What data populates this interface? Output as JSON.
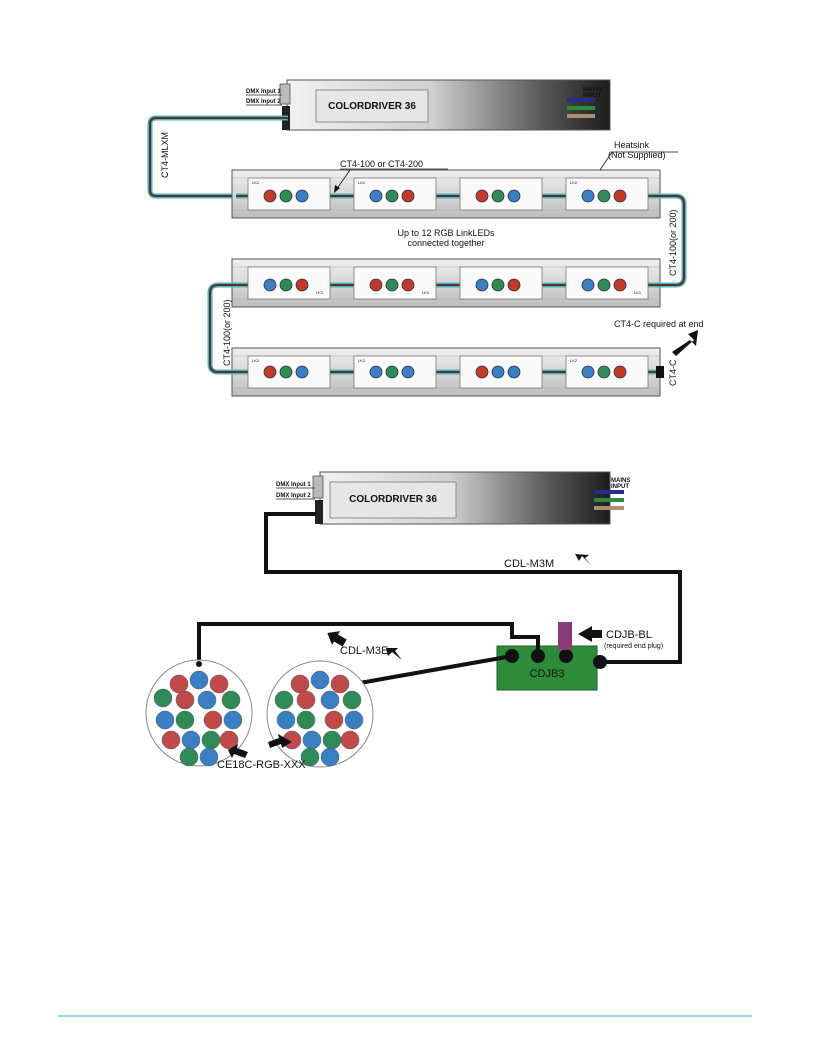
{
  "diagram1": {
    "driver": {
      "title": "COLORDRIVER 36",
      "dmx_input_1": "DMX Input 1",
      "dmx_input_2": "DMX Input 2",
      "mains": [
        "MAINS",
        "INPUT"
      ]
    },
    "cable_driver_link": "CT4-MLXM",
    "cable_between_leds": "CT4-100 or CT4-200",
    "heatsink": [
      "Heatsink",
      "(Not Supplied)"
    ],
    "note": [
      "Up to 12 RGB LinkLEDs",
      "connected together"
    ],
    "cable_right": "CT4-100(or 200)",
    "cable_left": "CT4-100(or 200)",
    "end_note": "CT4-C required at end",
    "end_cap": "CT4-C",
    "connector_labels": [
      "LK2",
      "LK1"
    ],
    "colors": {
      "cable_brown": "#6b2a1e",
      "cable_cyan": "#3fb7c4",
      "red_led": "#c0392b",
      "green_led": "#2e8b57",
      "blue_led": "#3a7fc4"
    }
  },
  "diagram2": {
    "driver": {
      "title": "COLORDRIVER 36",
      "dmx_input_1": "DMX Input 1",
      "dmx_input_2": "DMX Input 2",
      "mains": [
        "MAINS",
        "INPUT"
      ]
    },
    "cable_main": "CDL-M3M",
    "cable_fixture": "CDL-M3E",
    "junction_box": "CDJB3",
    "end_plug": "CDJB-BL",
    "end_plug_note": "(required end plug)",
    "fixture": "CE18C-RGB-XXX",
    "colors": {
      "junction_green": "#2e8b3a",
      "end_plug_purple": "#8a3a7a"
    }
  },
  "footer": {
    "rule_color": "#3aa3d8"
  }
}
